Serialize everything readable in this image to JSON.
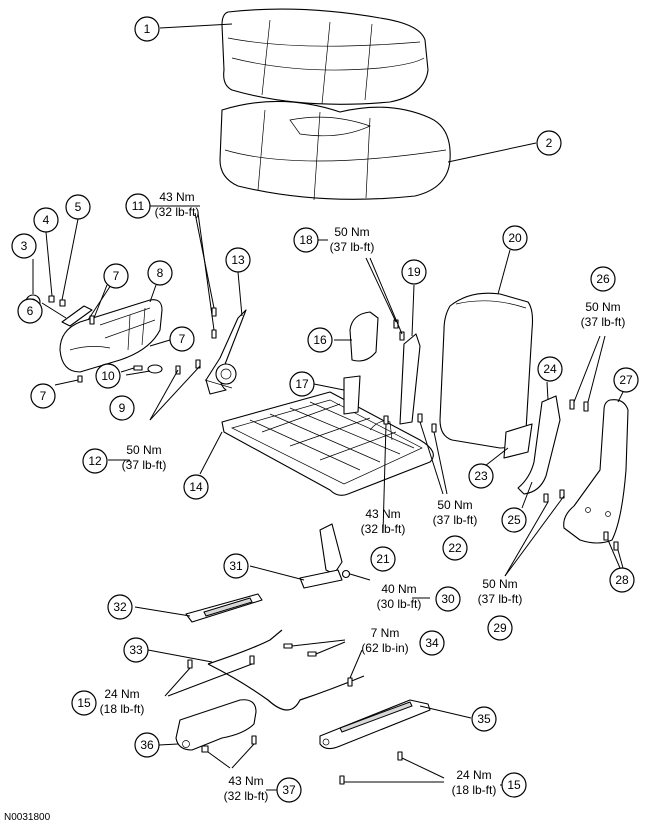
{
  "figure_id": "N0031800",
  "callouts": [
    "1",
    "2",
    "3",
    "4",
    "5",
    "6",
    "7",
    "7",
    "7",
    "8",
    "9",
    "10",
    "11",
    "12",
    "13",
    "14",
    "15",
    "15",
    "16",
    "17",
    "18",
    "19",
    "20",
    "21",
    "22",
    "23",
    "24",
    "25",
    "26",
    "27",
    "28",
    "29",
    "30",
    "31",
    "32",
    "33",
    "34",
    "35",
    "36",
    "37"
  ],
  "torques": [
    {
      "nm": "43 Nm",
      "lbft": "(32 lb-ft)"
    },
    {
      "nm": "50 Nm",
      "lbft": "(37 lb-ft)"
    },
    {
      "nm": "50 Nm",
      "lbft": "(37 lb-ft)"
    },
    {
      "nm": "50 Nm",
      "lbft": "(37 lb-ft)"
    },
    {
      "nm": "43 Nm",
      "lbft": "(32 lb-ft)"
    },
    {
      "nm": "50 Nm",
      "lbft": "(37 lb-ft)"
    },
    {
      "nm": "50 Nm",
      "lbft": "(37 lb-ft)"
    },
    {
      "nm": "40 Nm",
      "lbft": "(30 lb-ft)"
    },
    {
      "nm": "7 Nm",
      "lbft": "(62 lb-in)"
    },
    {
      "nm": "24 Nm",
      "lbft": "(18 lb-ft)"
    },
    {
      "nm": "43 Nm",
      "lbft": "(32 lb-ft)"
    },
    {
      "nm": "24 Nm",
      "lbft": "(18 lb-ft)"
    }
  ]
}
